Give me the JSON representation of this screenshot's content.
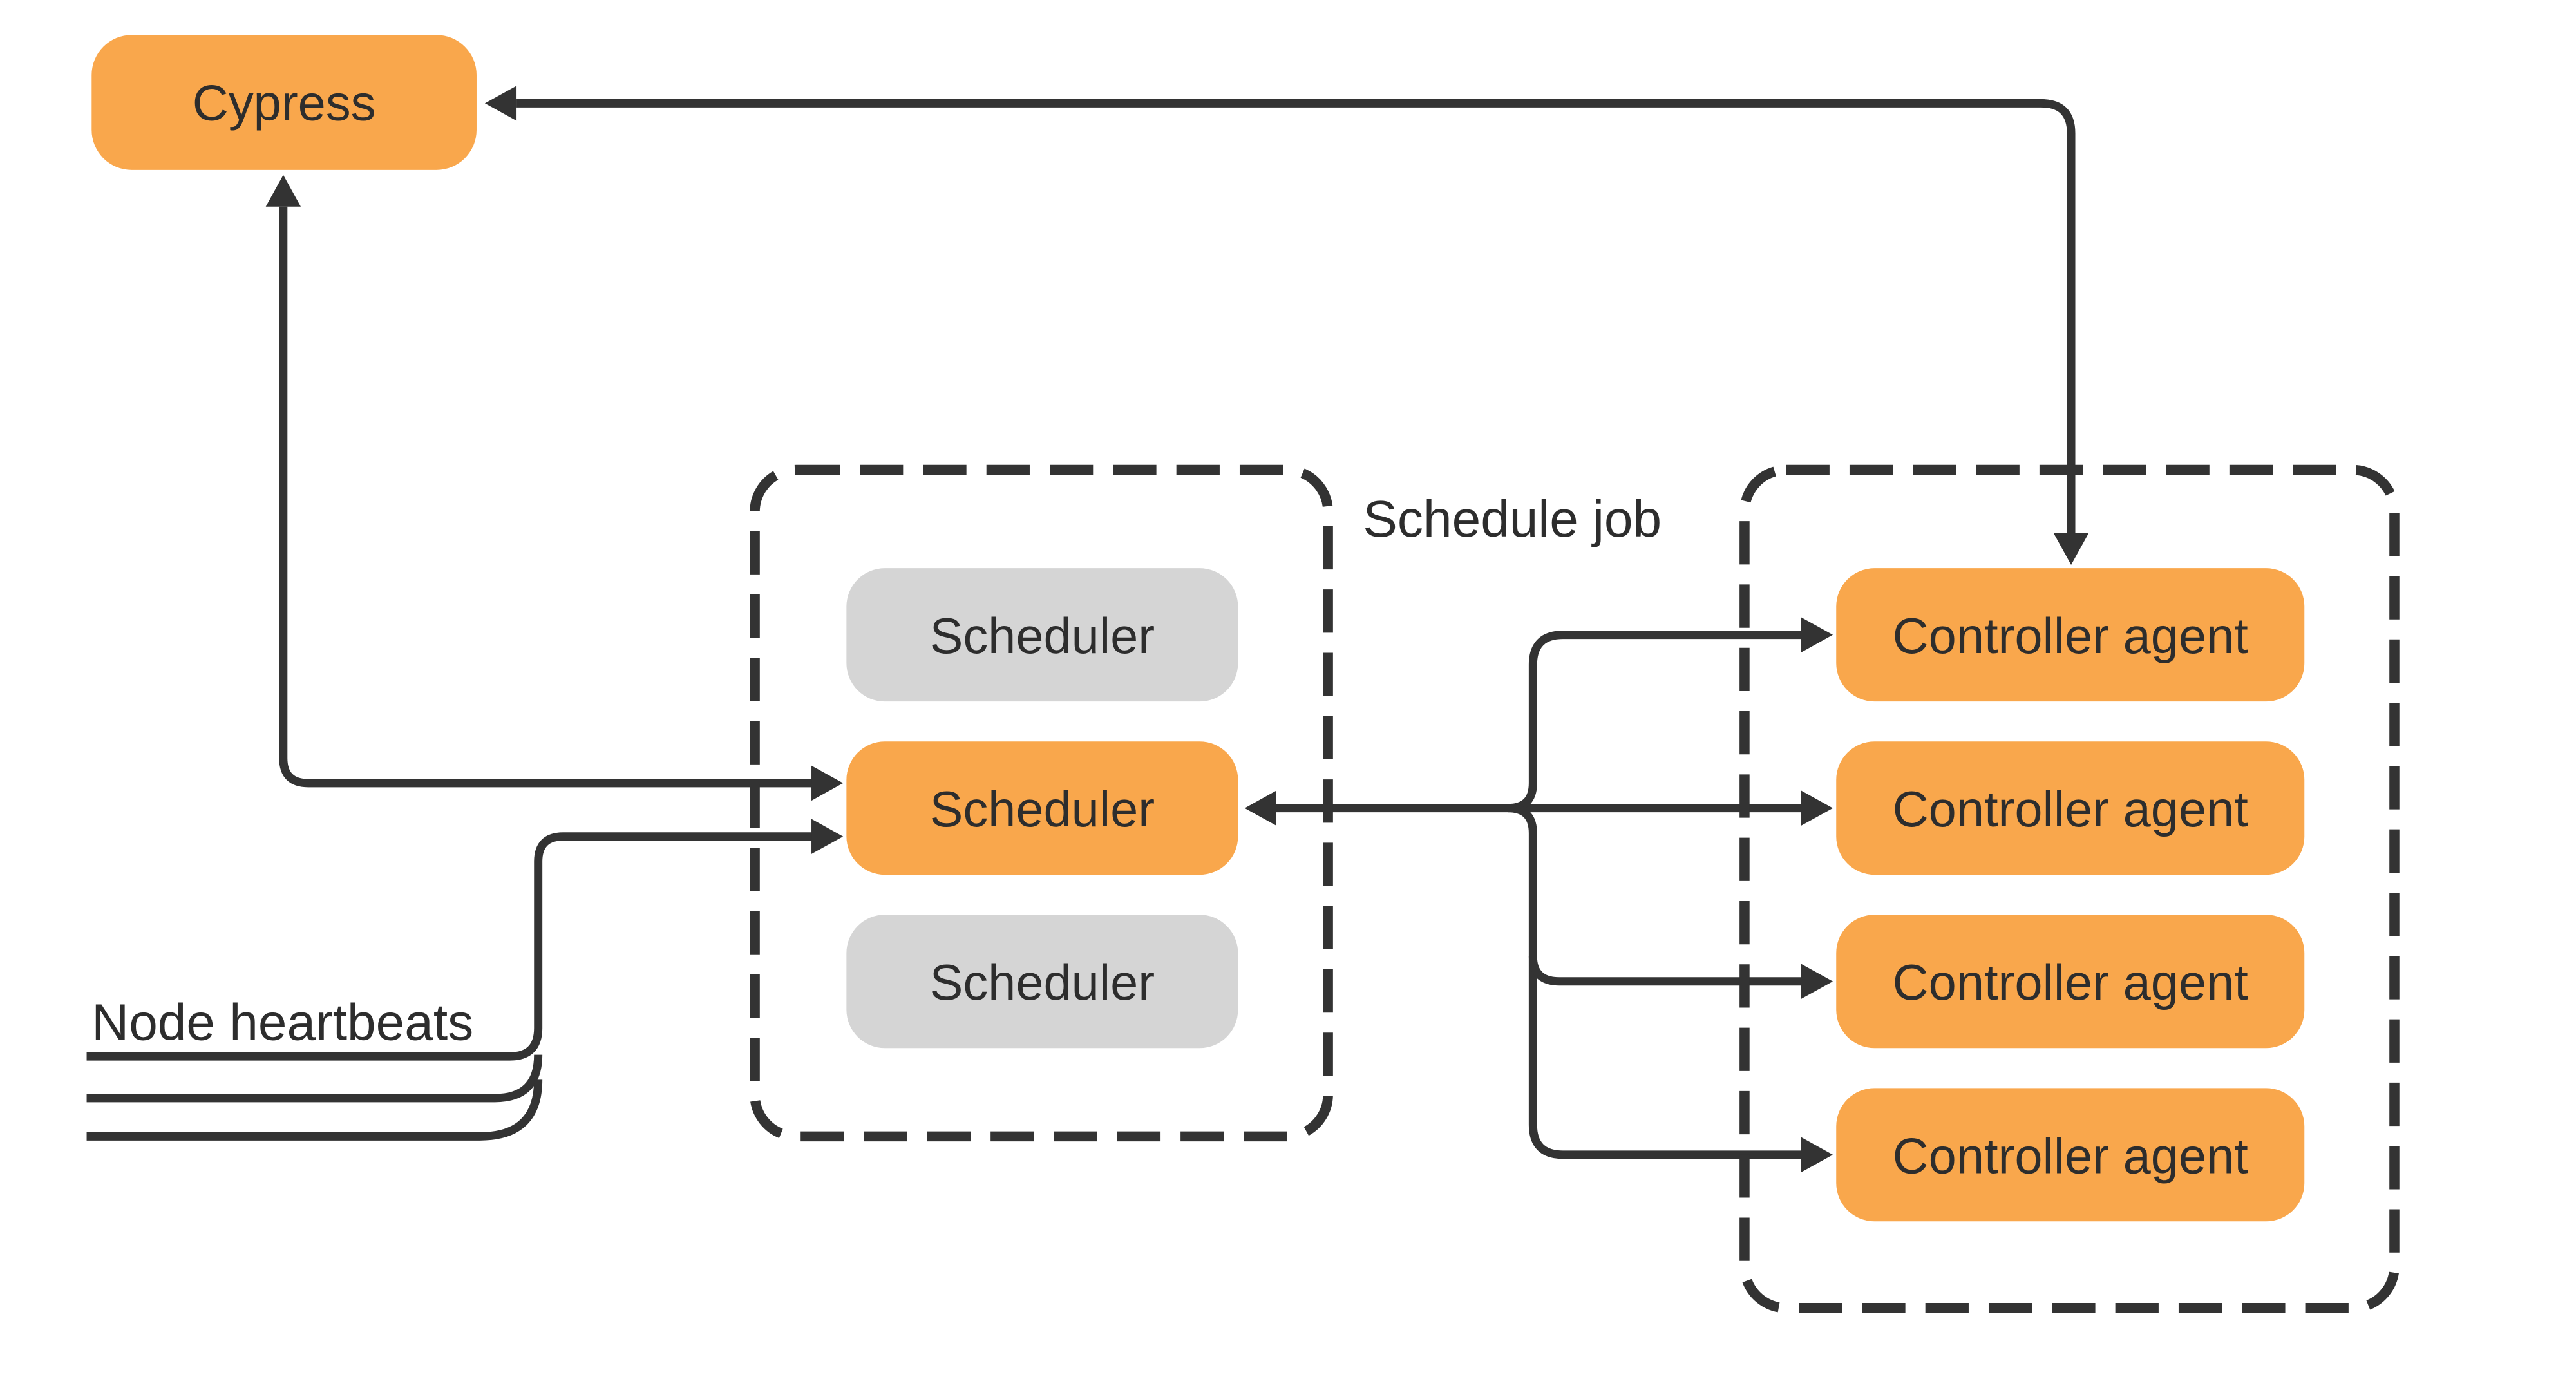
{
  "colors": {
    "orange": "#F9A74C",
    "gray": "#D5D5D5",
    "line": "#333333",
    "text": "#2D2D2D",
    "background": "#FFFFFF"
  },
  "cypress": {
    "label": "Cypress"
  },
  "scheduler_group": {
    "schedulers": [
      {
        "label": "Scheduler",
        "state": "standby"
      },
      {
        "label": "Scheduler",
        "state": "active"
      },
      {
        "label": "Scheduler",
        "state": "standby"
      }
    ]
  },
  "controller_group": {
    "agents": [
      {
        "label": "Controller agent"
      },
      {
        "label": "Controller agent"
      },
      {
        "label": "Controller agent"
      },
      {
        "label": "Controller agent"
      }
    ]
  },
  "labels": {
    "schedule_job": "Schedule job",
    "node_heartbeats": "Node heartbeats"
  }
}
